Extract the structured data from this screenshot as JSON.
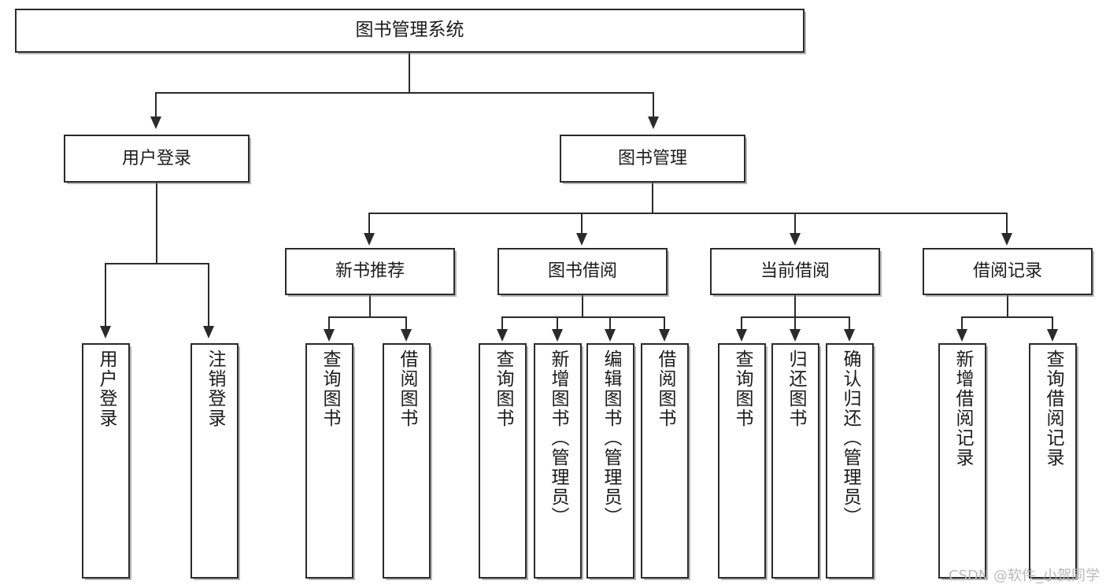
{
  "diagram": {
    "type": "tree-hierarchy-chart",
    "title": "图书管理系统",
    "background_color": "#ffffff",
    "line_color": "#2b2b2b",
    "box_fill": "#ffffff",
    "levels": 4
  },
  "nodes": {
    "root": {
      "id": "root",
      "label": "图书管理系统",
      "level": 1
    },
    "level2": [
      {
        "id": "user-login",
        "label": "用户登录",
        "level": 2
      },
      {
        "id": "book-manage",
        "label": "图书管理",
        "level": 2
      }
    ],
    "level3": [
      {
        "id": "new-book-recommend",
        "label": "新书推荐",
        "level": 3,
        "parent": "book-manage"
      },
      {
        "id": "book-borrow",
        "label": "图书借阅",
        "level": 3,
        "parent": "book-manage"
      },
      {
        "id": "current-borrow",
        "label": "当前借阅",
        "level": 3,
        "parent": "book-manage"
      },
      {
        "id": "borrow-record",
        "label": "借阅记录",
        "level": 3,
        "parent": "book-manage"
      }
    ],
    "leaves": [
      {
        "id": "leaf-user-login",
        "label": "用户登录",
        "parent": "user-login"
      },
      {
        "id": "leaf-logout",
        "label": "注销登录",
        "parent": "user-login"
      },
      {
        "id": "leaf-query-book-1",
        "label": "查询图书",
        "parent": "new-book-recommend"
      },
      {
        "id": "leaf-borrow-book-1",
        "label": "借阅图书",
        "parent": "new-book-recommend"
      },
      {
        "id": "leaf-query-book-2",
        "label": "查询图书",
        "parent": "book-borrow"
      },
      {
        "id": "leaf-add-book",
        "label": "新增图书（管理员）",
        "parent": "book-borrow"
      },
      {
        "id": "leaf-edit-book",
        "label": "编辑图书（管理员）",
        "parent": "book-borrow"
      },
      {
        "id": "leaf-borrow-book-2",
        "label": "借阅图书",
        "parent": "book-borrow"
      },
      {
        "id": "leaf-query-book-3",
        "label": "查询图书",
        "parent": "current-borrow"
      },
      {
        "id": "leaf-return-book",
        "label": "归还图书",
        "parent": "current-borrow"
      },
      {
        "id": "leaf-confirm-return",
        "label": "确认归还（管理员）",
        "parent": "current-borrow"
      },
      {
        "id": "leaf-add-record",
        "label": "新增借阅记录",
        "parent": "borrow-record"
      },
      {
        "id": "leaf-query-record",
        "label": "查询借阅记录",
        "parent": "borrow-record"
      }
    ]
  },
  "watermark": {
    "text": "CSDN @软件_小贺同学",
    "color": "#b9b9b9"
  }
}
